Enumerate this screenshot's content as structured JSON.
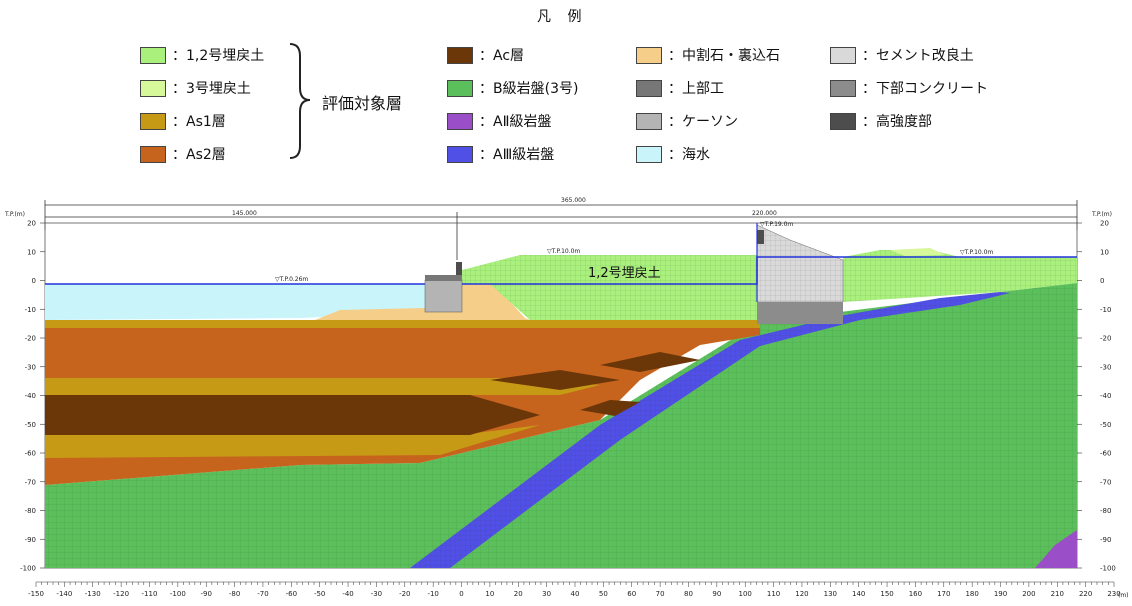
{
  "legend": {
    "title": "凡 例",
    "group_label": "評価対象層",
    "items": [
      {
        "label": "：1,2号埋戻土",
        "color": "#a9f07c"
      },
      {
        "label": "：3号埋戻土",
        "color": "#d6f79a"
      },
      {
        "label": "：As1層",
        "color": "#c79a15"
      },
      {
        "label": "：As2層",
        "color": "#c6641e"
      },
      {
        "label": "：Ac層",
        "color": "#6b3608"
      },
      {
        "label": "：B級岩盤(3号)",
        "color": "#5bbf5b"
      },
      {
        "label": "：AⅡ級岩盤",
        "color": "#9a4fc8"
      },
      {
        "label": "：AⅢ級岩盤",
        "color": "#5050e6"
      },
      {
        "label": "：中割石・裏込石",
        "color": "#f5cf8a"
      },
      {
        "label": "：上部工",
        "color": "#777777"
      },
      {
        "label": "：ケーソン",
        "color": "#b4b4b4"
      },
      {
        "label": "：海水",
        "color": "#c8f4fa"
      },
      {
        "label": "：セメント改良土",
        "color": "#d9d9d9"
      },
      {
        "label": "：下部コンクリート",
        "color": "#8c8c8c"
      },
      {
        "label": "：高強度部",
        "color": "#4d4d4d"
      }
    ]
  },
  "section": {
    "dims": {
      "total": "365.000",
      "left": "145.000",
      "right": "220.000"
    },
    "axis_title_left": "T.P.(m)",
    "axis_title_right": "T.P.(m)",
    "x_unit": "(m)",
    "y_ticks": [
      20,
      10,
      0,
      -10,
      -20,
      -30,
      -40,
      -50,
      -60,
      -70,
      -80,
      -90,
      -100
    ],
    "x_ticks": [
      -150,
      -140,
      -130,
      -120,
      -110,
      -100,
      -90,
      -80,
      -70,
      -60,
      -50,
      -40,
      -30,
      -20,
      -10,
      0,
      10,
      20,
      30,
      40,
      50,
      60,
      70,
      80,
      90,
      100,
      110,
      120,
      130,
      140,
      150,
      160,
      170,
      180,
      190,
      200,
      210,
      220,
      230
    ],
    "water_level_label": "▽T.P.0.26m",
    "level_label_a": "▽T.P.10.0m",
    "level_label_b": "▽T.P.19.0m",
    "level_label_c": "▽T.P.10.0m",
    "fill_label": "1,2号埋戻土"
  }
}
